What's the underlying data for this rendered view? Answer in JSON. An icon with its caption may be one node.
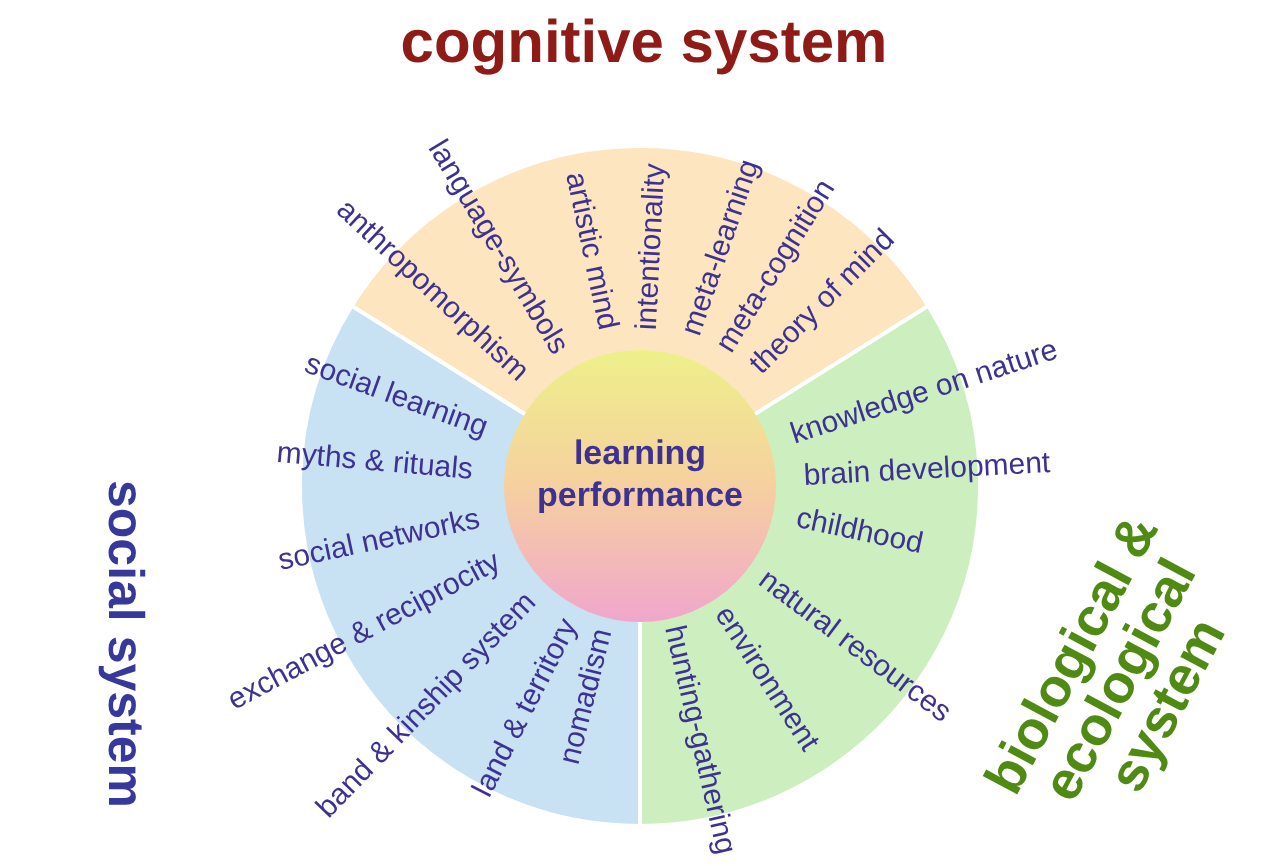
{
  "diagram": {
    "nodes": [
      {
        "text": [
          "learning performance"
        ]
      },
      {
        "text": [
          "cognitive system",
          "anthropomorphism",
          "language-symbols",
          "artistic mind",
          "intentionality",
          "meta-learning",
          "meta-cognition",
          "theory of mind"
        ]
      },
      {
        "text": [
          "social system",
          "social learning",
          "myths & rituals",
          "social networks",
          "exchange & reciprocity",
          "band & kinship system",
          "land & territory",
          "nomadism"
        ]
      },
      {
        "text": [
          "biological & ecological system",
          "knowledge on nature",
          "brain development",
          "childhood",
          "natural resources",
          "environment",
          "hunting-gathering"
        ]
      }
    ]
  }
}
